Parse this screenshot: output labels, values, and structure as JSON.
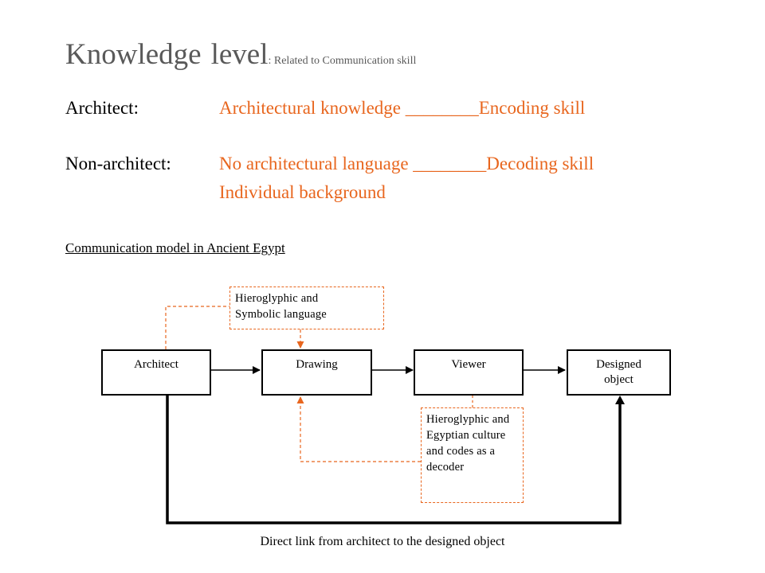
{
  "title": {
    "main_word1": "Knowledge",
    "main_word2": "level",
    "subtitle": ": Related to Communication skill"
  },
  "rows": [
    {
      "label": "Architect:",
      "value": "Architectural knowledge ________Encoding skill"
    },
    {
      "label": "Non-architect:",
      "value": "No architectural language ________Decoding skill",
      "value2": "Individual background"
    }
  ],
  "section_heading": "Communication model in Ancient Egypt",
  "diagram": {
    "boxes": {
      "architect": "Architect",
      "drawing": "Drawing",
      "viewer": "Viewer",
      "designed_object": "Designed object"
    },
    "notes": {
      "hieroglyphic_symbolic": "Hieroglyphic and Symbolic language",
      "hieroglyphic_decoder": "Hieroglyphic and Egyptian culture and codes as a decoder"
    },
    "footer": "Direct link from architect to the designed object",
    "colors": {
      "accent": "#e8661e",
      "line": "#000000",
      "title": "#595959"
    }
  }
}
